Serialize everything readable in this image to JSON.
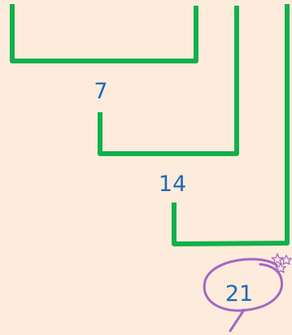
{
  "colors": {
    "background": "#fdebdc",
    "bracket": "#12b04a",
    "number": "#1f68b6",
    "circle": "#a367c3"
  },
  "labels": {
    "first": "7",
    "second": "14",
    "total": "21"
  }
}
